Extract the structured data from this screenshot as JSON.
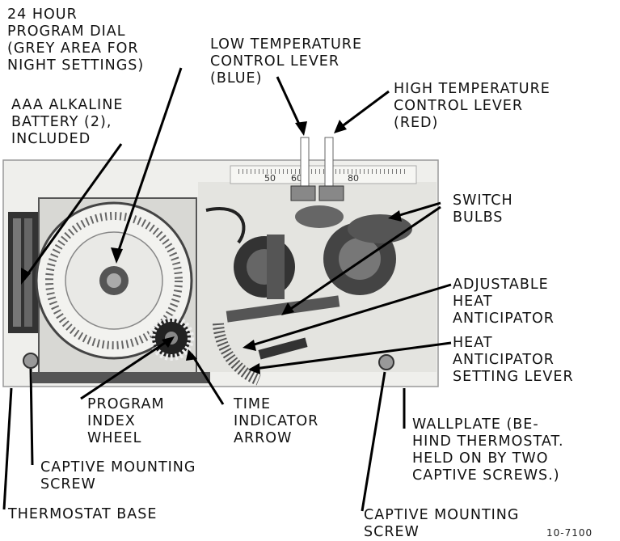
{
  "labels": {
    "program_dial": [
      "24 HOUR",
      "PROGRAM DIAL",
      "(GREY AREA FOR",
      "NIGHT SETTINGS)"
    ],
    "low_temp_lever": [
      "LOW TEMPERATURE",
      "CONTROL LEVER",
      "(BLUE)"
    ],
    "high_temp_lever": [
      "HIGH TEMPERATURE",
      "CONTROL LEVER",
      "(RED)"
    ],
    "battery": [
      "AAA ALKALINE",
      "BATTERY (2),",
      "INCLUDED"
    ],
    "switch_bulbs": [
      "SWITCH",
      "BULBS"
    ],
    "adjustable_heat_anticipator": [
      "ADJUSTABLE",
      "HEAT",
      "ANTICIPATOR"
    ],
    "heat_anticipator_setting_lever": [
      "HEAT",
      "ANTICIPATOR",
      "SETTING LEVER"
    ],
    "program_index_wheel": [
      "PROGRAM",
      "INDEX",
      "WHEEL"
    ],
    "time_indicator_arrow": [
      "TIME",
      "INDICATOR",
      "ARROW"
    ],
    "wallplate": [
      "WALLPLATE (BE-",
      "HIND THERMOSTAT.",
      "HELD ON BY TWO",
      "CAPTIVE SCREWS.)"
    ],
    "captive_screw_left": [
      "CAPTIVE MOUNTING",
      "SCREW"
    ],
    "thermostat_base": [
      "THERMOSTAT BASE"
    ],
    "captive_screw_right": [
      "CAPTIVE MOUNTING",
      "SCREW"
    ]
  },
  "scale_marks": [
    "50",
    "60",
    "80"
  ],
  "figure_ref": "10-7100",
  "colors": {
    "ink": "#111111",
    "photo_background": "#eeeeec",
    "photo_shadow": "#333333"
  }
}
